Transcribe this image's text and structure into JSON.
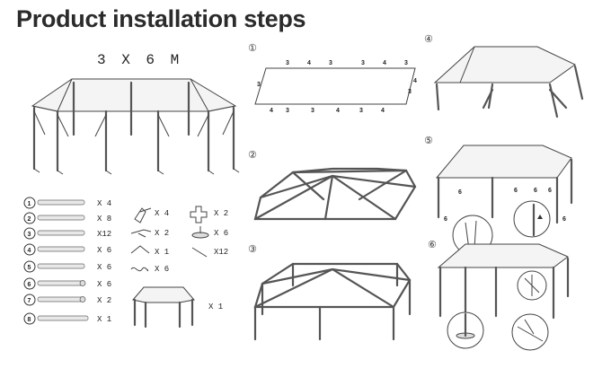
{
  "title": "Product installation steps",
  "size_label": "3 X 6 M",
  "parts": [
    {
      "id": "1",
      "qty": "X 4"
    },
    {
      "id": "2",
      "qty": "X 8"
    },
    {
      "id": "3",
      "qty": "X12"
    },
    {
      "id": "4",
      "qty": "X 6"
    },
    {
      "id": "5",
      "qty": "X 6"
    },
    {
      "id": "6",
      "qty": "X 6"
    },
    {
      "id": "7",
      "qty": "X 2"
    },
    {
      "id": "8",
      "qty": "X 1"
    }
  ],
  "connectors": [
    {
      "name": "corner-connector",
      "qty": "X 4"
    },
    {
      "name": "cross-connector",
      "qty": "X 2"
    },
    {
      "name": "side-connector",
      "qty": "X 2"
    },
    {
      "name": "foot-pad",
      "qty": "X 6"
    },
    {
      "name": "ridge-connector",
      "qty": "X 1"
    },
    {
      "name": "stake",
      "qty": "X12"
    },
    {
      "name": "rope-loop",
      "qty": "X 6"
    }
  ],
  "cover_qty": "X 1",
  "steps": [
    "①",
    "②",
    "③",
    "④",
    "⑤",
    "⑥"
  ],
  "step1_numbers": [
    "3",
    "4",
    "3",
    "3",
    "4",
    "3",
    "4",
    "3",
    "3",
    "4",
    "3",
    "4",
    "3",
    "4",
    "3"
  ],
  "step5_numbers": [
    "6",
    "6",
    "6",
    "6",
    "6",
    "6"
  ]
}
